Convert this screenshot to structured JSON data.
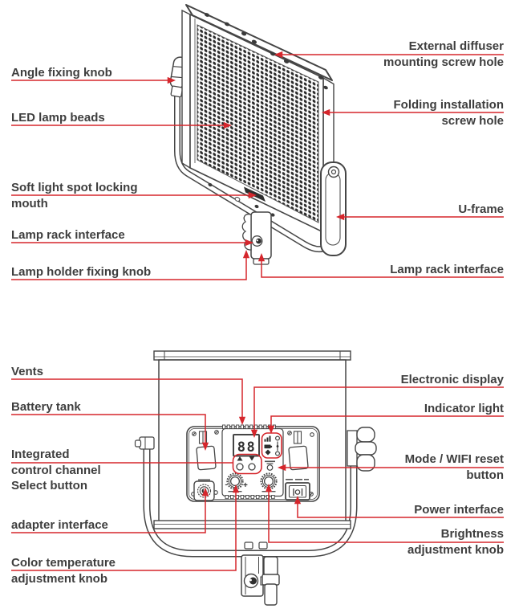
{
  "page": {
    "background": "#ffffff"
  },
  "colors": {
    "leader_red": "#d5262c",
    "text": "#3e3e3e",
    "line_art": "#454545"
  },
  "front_view": {
    "name": "LED panel light front view",
    "labels": [
      {
        "id": "external-diffuser-mounting-screw-hole",
        "lines": [
          "External diffuser",
          "mounting screw hole"
        ]
      },
      {
        "id": "angle-fixing-knob",
        "lines": [
          "Angle fixing knob"
        ]
      },
      {
        "id": "led-lamp-beads",
        "lines": [
          "LED lamp beads"
        ]
      },
      {
        "id": "folding-installation-screw-hole",
        "lines": [
          "Folding installation",
          "screw hole"
        ]
      },
      {
        "id": "soft-light-spot-locking-mouth",
        "lines": [
          "Soft light spot locking",
          "mouth"
        ]
      },
      {
        "id": "lamp-rack-interface-left",
        "lines": [
          "Lamp rack interface"
        ]
      },
      {
        "id": "lamp-holder-fixing-knob",
        "lines": [
          "Lamp holder fixing knob"
        ]
      },
      {
        "id": "u-frame",
        "lines": [
          "U-frame"
        ]
      },
      {
        "id": "lamp-rack-interface-bottom",
        "lines": [
          "Lamp rack interface"
        ]
      }
    ]
  },
  "back_view": {
    "name": "LED panel light back view",
    "display_value": "88",
    "knob_markings": {
      "minus": "-",
      "plus": "+"
    },
    "labels": [
      {
        "id": "vents",
        "lines": [
          "Vents"
        ]
      },
      {
        "id": "electronic-display",
        "lines": [
          "Electronic display"
        ]
      },
      {
        "id": "battery-tank",
        "lines": [
          "Battery tank"
        ]
      },
      {
        "id": "indicator-light",
        "lines": [
          "Indicator light"
        ]
      },
      {
        "id": "integrated-control-channel-select-button",
        "lines": [
          "Integrated",
          "control channel",
          "Select button"
        ]
      },
      {
        "id": "mode-wifi-reset-button",
        "lines": [
          "Mode / WIFI reset",
          "button"
        ]
      },
      {
        "id": "adapter-interface",
        "lines": [
          "adapter interface"
        ]
      },
      {
        "id": "power-interface",
        "lines": [
          "Power interface"
        ]
      },
      {
        "id": "brightness-adjustment-knob",
        "lines": [
          "Brightness",
          "adjustment knob"
        ]
      },
      {
        "id": "color-temperature-adjustment-knob",
        "lines": [
          "Color temperature",
          "adjustment knob"
        ]
      }
    ]
  }
}
